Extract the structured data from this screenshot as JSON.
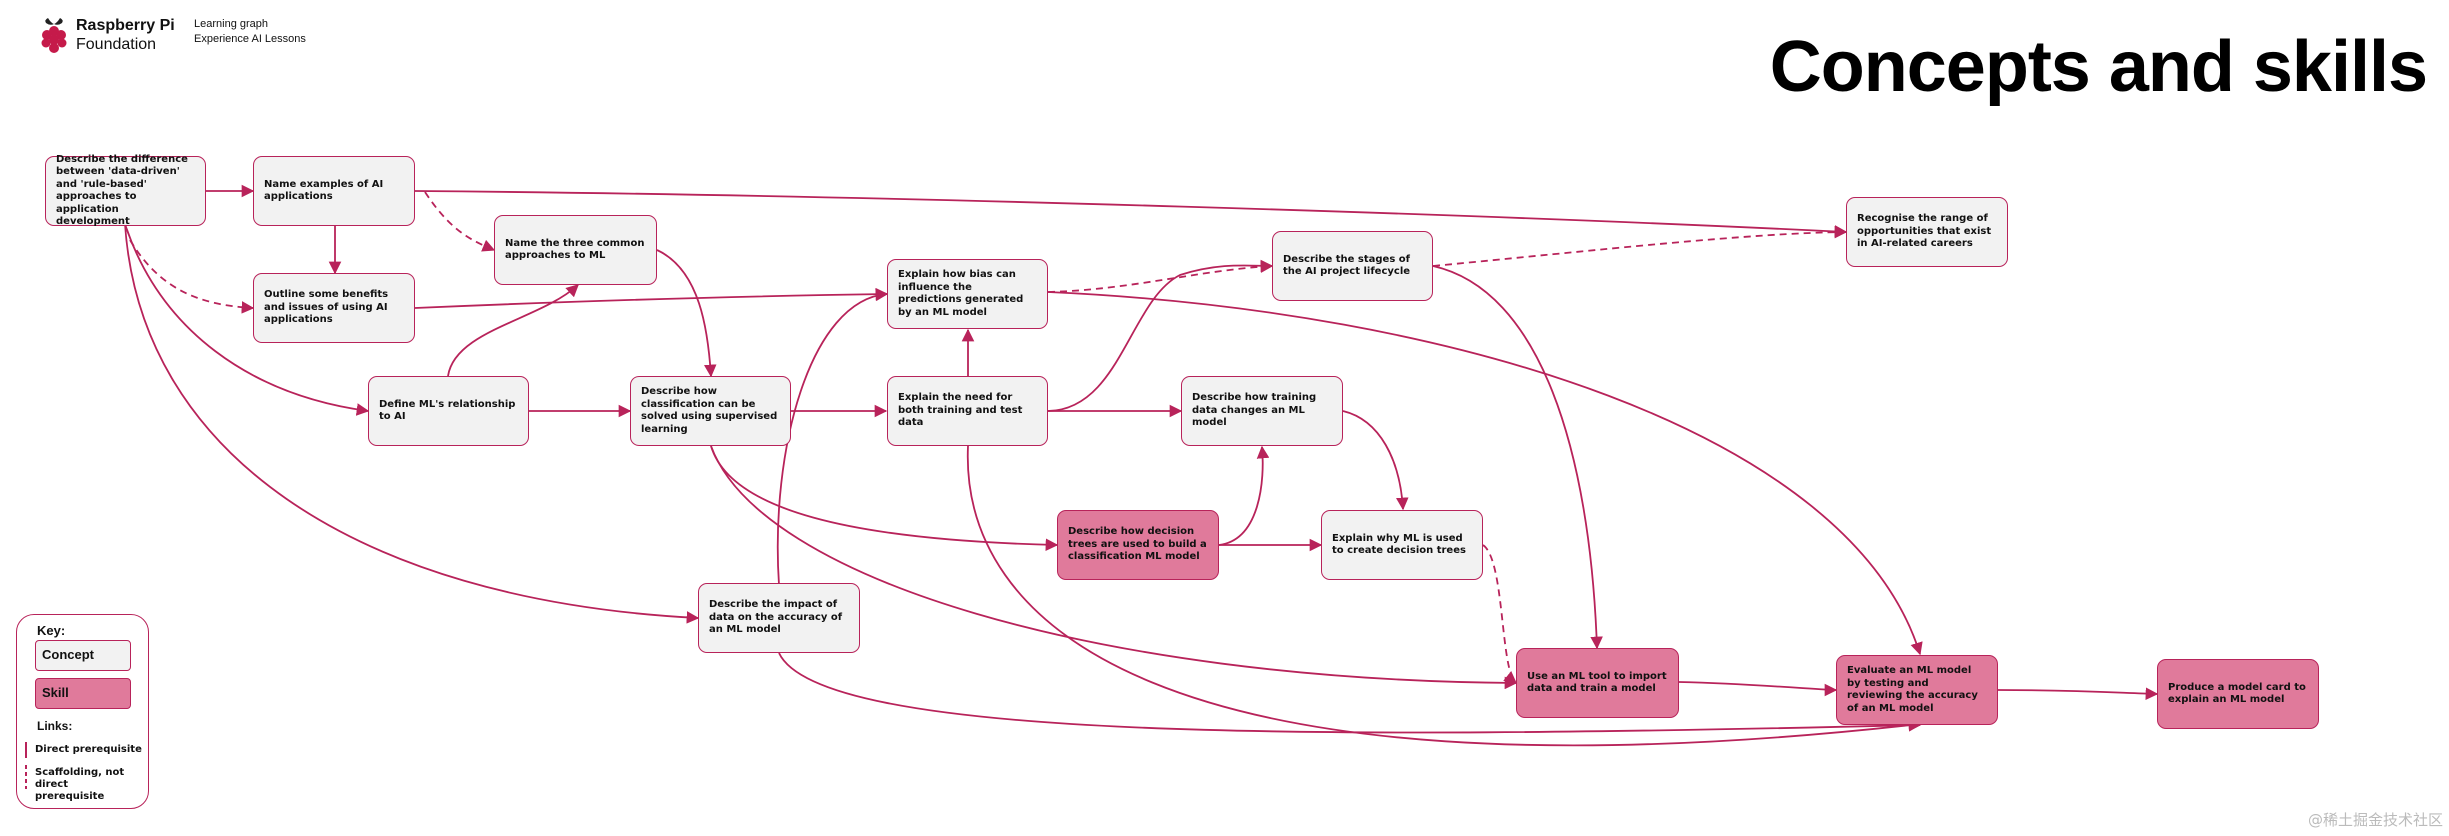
{
  "header": {
    "brand_line1": "Raspberry Pi",
    "brand_line2": "Foundation",
    "subtitle_line1": "Learning graph",
    "subtitle_line2": "Experience AI Lessons",
    "title": "Concepts and skills"
  },
  "colors": {
    "link": "#b8235a",
    "concept_fill": "#f2f2f2",
    "skill_fill": "#e07a9b",
    "logo": "#c51a4a"
  },
  "nodes": {
    "describe_difference": "Describe the difference between 'data-driven' and 'rule-based' approaches to application development",
    "name_examples": "Name examples of AI applications",
    "outline_benefits": "Outline some benefits and issues of using AI applications",
    "name_three": "Name the three common approaches to ML",
    "define_ml": "Define ML's relationship to AI",
    "describe_classification": "Describe how classification can be solved using supervised learning",
    "explain_bias": "Explain how bias can influence the predictions generated by an ML model",
    "explain_training_test": "Explain the need for both training and test data",
    "describe_stages": "Describe the stages of the AI project lifecycle",
    "describe_training_changes": "Describe how training data changes an ML model",
    "describe_decision_trees": "Describe how decision trees are used to build a classification ML model",
    "explain_why_ml": "Explain why ML is used to create decision trees",
    "describe_impact": "Describe the impact of data on the accuracy of an ML model",
    "recognise_range": "Recognise the range of opportunities that exist in AI-related careers",
    "use_ml_tool": "Use an ML tool to import data and train a model",
    "evaluate_model": "Evaluate an ML model by testing and reviewing the accuracy of an ML model",
    "produce_card": "Produce a model card to explain an ML model"
  },
  "key": {
    "title": "Key:",
    "concept": "Concept",
    "skill": "Skill",
    "links_title": "Links:",
    "direct": "Direct prerequisite",
    "scaffolding": "Scaffolding, not direct prerequisite"
  },
  "watermark": "@稀土掘金技术社区"
}
